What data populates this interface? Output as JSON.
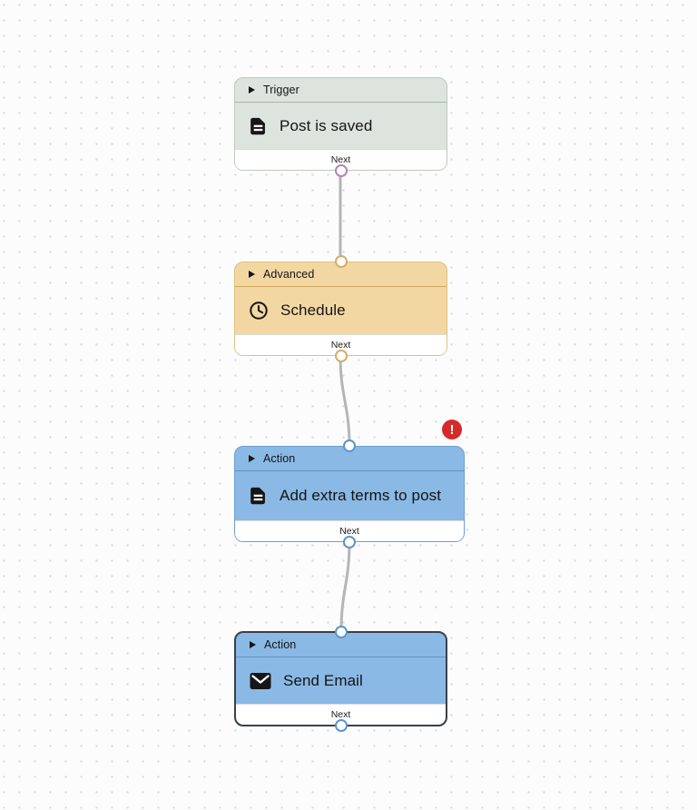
{
  "canvas": {
    "background_color": "#fcfcfc",
    "dot_color": "#d9d9d9"
  },
  "nodes": [
    {
      "id": "trigger-post-is-saved",
      "category": "Trigger",
      "title": "Post is saved",
      "icon": "document-icon",
      "output_label": "Next",
      "fill_color": "#dce4dd",
      "border_color": "#bdc9be",
      "port_color": "#b183b8",
      "selected": false,
      "has_error": false
    },
    {
      "id": "advanced-schedule",
      "category": "Advanced",
      "title": "Schedule",
      "icon": "clock-icon",
      "output_label": "Next",
      "fill_color": "#f3d7a3",
      "border_color": "#e0c07e",
      "port_color": "#d7ac67",
      "selected": false,
      "has_error": false
    },
    {
      "id": "action-add-extra-terms",
      "category": "Action",
      "title": "Add extra terms to post",
      "icon": "document-icon",
      "output_label": "Next",
      "fill_color": "#8ab9e5",
      "border_color": "#6d9dd0",
      "port_color": "#5e94c9",
      "selected": false,
      "has_error": true,
      "error_badge": "!"
    },
    {
      "id": "action-send-email",
      "category": "Action",
      "title": "Send Email",
      "icon": "mail-icon",
      "output_label": "Next",
      "fill_color": "#8ab9e5",
      "border_color": "#3b4148",
      "port_color": "#5e94c9",
      "selected": true,
      "has_error": false
    }
  ],
  "edges": [
    {
      "from": "trigger-post-is-saved",
      "to": "advanced-schedule"
    },
    {
      "from": "advanced-schedule",
      "to": "action-add-extra-terms"
    },
    {
      "from": "action-add-extra-terms",
      "to": "action-send-email"
    }
  ],
  "error_color": "#d42a2a"
}
